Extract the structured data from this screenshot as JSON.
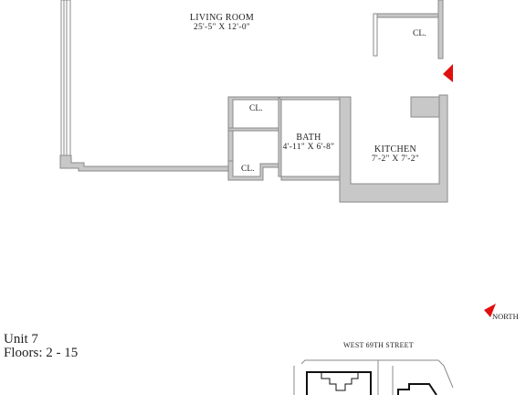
{
  "rooms": {
    "living": {
      "name": "LIVING ROOM",
      "dims": "25'-5\" X 12'-0\""
    },
    "bath": {
      "name": "BATH",
      "dims": "4'-11\" X 6'-8\""
    },
    "kitchen": {
      "name": "KITCHEN",
      "dims": "7'-2\" X 7'-2\""
    },
    "closets": [
      "CL.",
      "CL.",
      "CL."
    ]
  },
  "unit": {
    "label": "Unit 7",
    "floors": "Floors: 2 - 15"
  },
  "key_plan": {
    "street": "WEST 69TH STREET"
  },
  "compass": {
    "label": "NORTH"
  },
  "colors": {
    "wall_fill": "#c8c8c8",
    "wall_stroke": "#8a8a8a",
    "marker": "#e01010",
    "line": "#111111"
  }
}
